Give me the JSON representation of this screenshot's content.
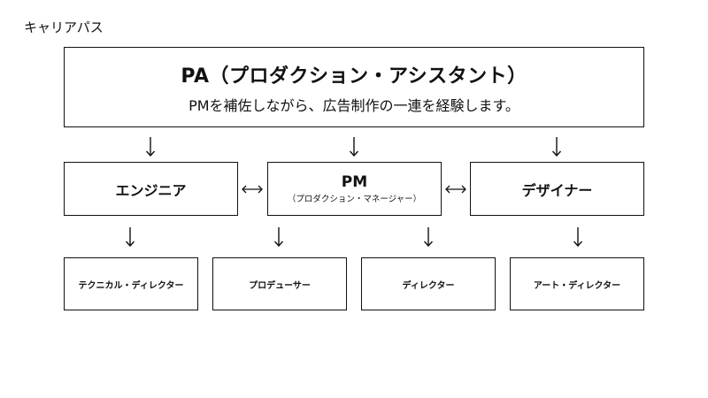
{
  "page": {
    "title": "キャリアパス"
  },
  "pa": {
    "title": "PA（プロダクション・アシスタント）",
    "description": "PMを補佐しながら、広告制作の一連を経験します。"
  },
  "roles": {
    "engineer": "エンジニア",
    "pm_title": "PM",
    "pm_subtitle": "（プロダクション・マネージャー）",
    "designer": "デザイナー"
  },
  "careers": {
    "technical_director": "テクニカル・ディレクター",
    "producer": "プロデューサー",
    "director": "ディレクター",
    "art_director": "アート・ディレクター"
  }
}
